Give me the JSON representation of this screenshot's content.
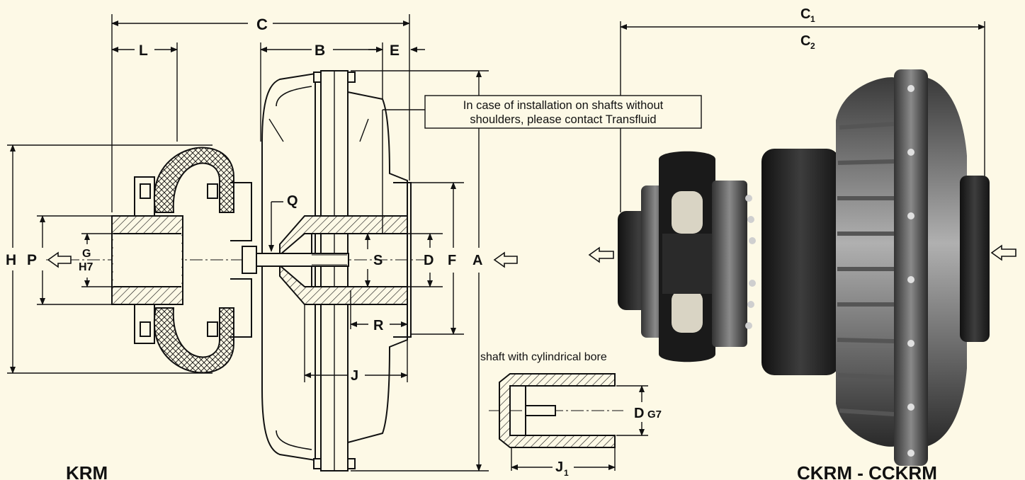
{
  "dimensions": {
    "C": "C",
    "L": "L",
    "B": "B",
    "E": "E",
    "H": "H",
    "P": "P",
    "G": "G",
    "H7": "H7",
    "Q": "Q",
    "S": "S",
    "D": "D",
    "F": "F",
    "A": "A",
    "R": "R",
    "J": "J",
    "D_G7_D": "D",
    "D_G7_tol": "G7",
    "J1_main": "J",
    "J1_sub": "1",
    "C1_main": "C",
    "C1_sub": "1",
    "C2_main": "C",
    "C2_sub": "2"
  },
  "notes": {
    "installation_line1": "In case of installation on shafts without",
    "installation_line2": "shoulders, please contact Transfluid",
    "cylindrical_bore": "shaft with cylindrical bore"
  },
  "titles": {
    "left": "KRM",
    "right": "CKRM - CCKRM"
  },
  "colors": {
    "background": "#fdf9e6",
    "line": "#111111",
    "metal_dark": "#2a2a2a",
    "metal_light": "#9a9a9a"
  }
}
